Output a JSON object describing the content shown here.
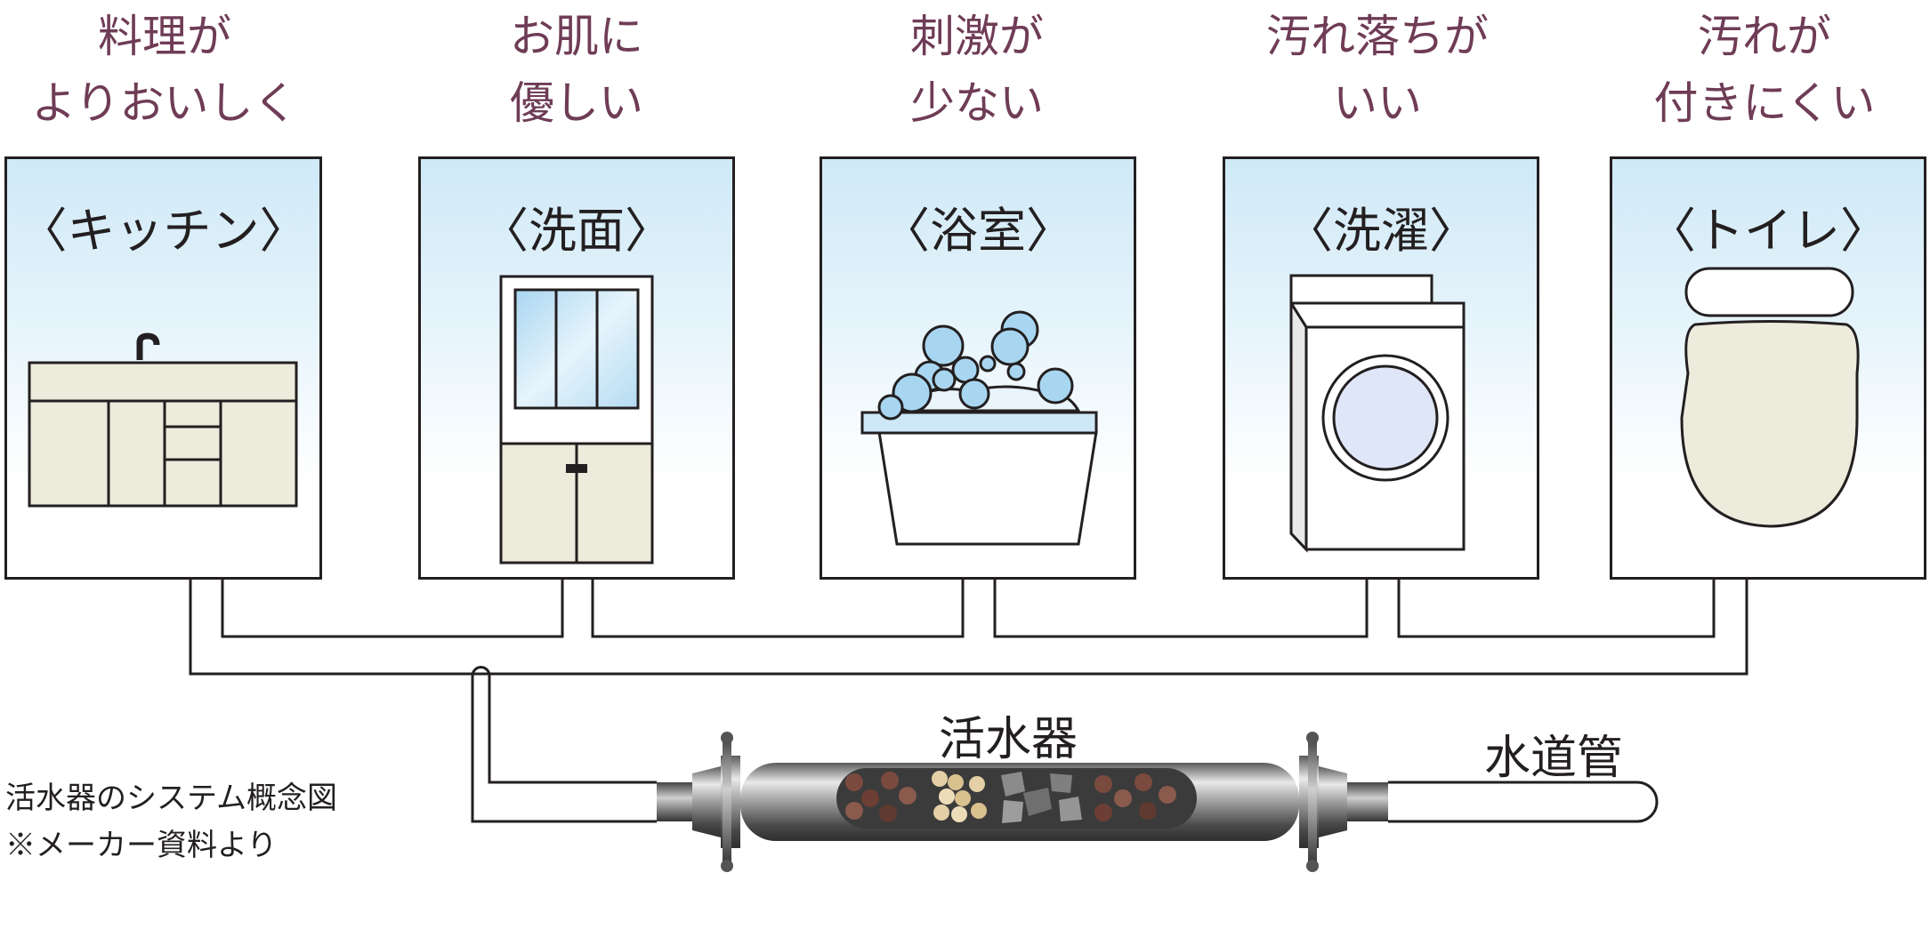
{
  "rooms": [
    {
      "benefit_line1": "料理が",
      "benefit_line2": "よりおいしく",
      "label": "〈キッチン〉",
      "icon": "kitchen-sink-icon"
    },
    {
      "benefit_line1": "お肌に",
      "benefit_line2": "優しい",
      "label": "〈洗面〉",
      "icon": "vanity-icon"
    },
    {
      "benefit_line1": "刺激が",
      "benefit_line2": "少ない",
      "label": "〈浴室〉",
      "icon": "bathtub-icon"
    },
    {
      "benefit_line1": "汚れ落ちが",
      "benefit_line2": "いい",
      "label": "〈洗濯〉",
      "icon": "washing-machine-icon"
    },
    {
      "benefit_line1": "汚れが",
      "benefit_line2": "付きにくい",
      "label": "〈トイレ〉",
      "icon": "toilet-icon"
    }
  ],
  "device_label": "活水器",
  "water_main_label": "水道管",
  "caption_line1": "活水器のシステム概念図",
  "caption_line2": "※メーカー資料より",
  "colors": {
    "benefit_text": "#6f3c56",
    "panel_gradient_top": "#cfe9f7",
    "fixture_fill": "#ecebdc",
    "line": "#231f20"
  }
}
